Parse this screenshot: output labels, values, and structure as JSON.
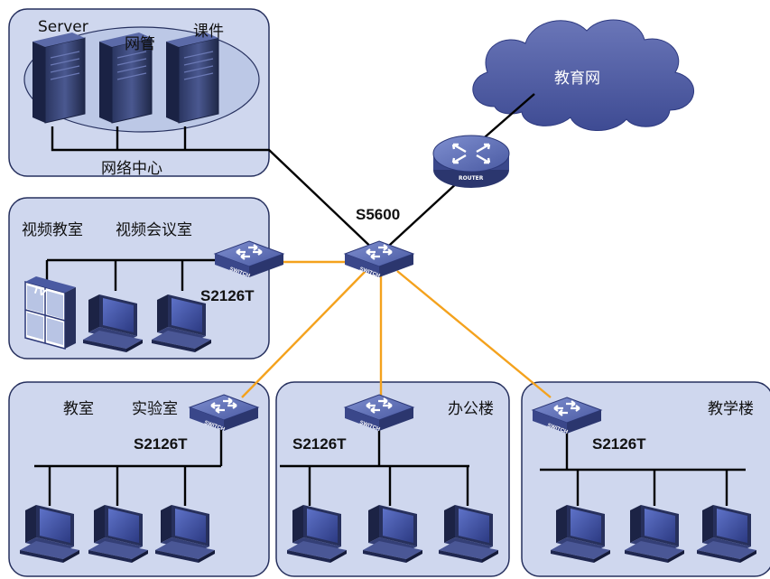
{
  "network_center": {
    "server": "Server",
    "nms": "网管",
    "courseware": "课件",
    "label": "网络中心"
  },
  "cloud": {
    "label": "教育网"
  },
  "router": {
    "label": "ROUTER"
  },
  "core_switch": {
    "model": "S5600"
  },
  "video_zone": {
    "video_classroom": "视频教室",
    "video_conference": "视频会议室",
    "tv": "TV",
    "switch_model": "S2126T"
  },
  "lab_zone": {
    "classroom": "教室",
    "lab": "实验室",
    "switch_model": "S2126T"
  },
  "office_zone": {
    "label": "办公楼",
    "switch_model": "S2126T"
  },
  "teaching_zone": {
    "label": "教学楼",
    "switch_model": "S2126T"
  },
  "switch_badge": "SWITCH",
  "colors": {
    "panel": "#cfd7ee",
    "uplink": "#f4a21d",
    "cable": "#000000",
    "cloud": "#4c5a9e",
    "device": "#3a4a8a"
  }
}
